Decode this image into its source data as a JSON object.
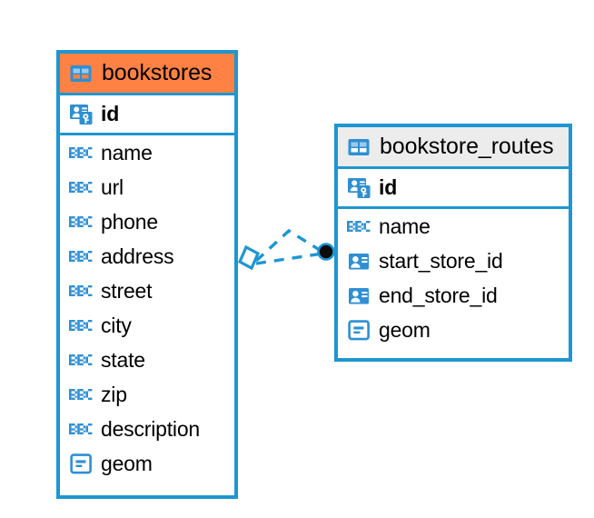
{
  "diagram": {
    "type": "entity-relationship-diagram",
    "background": "#ffffff",
    "colors": {
      "border": "#1e96d2",
      "header_accent": "#ff8143",
      "header_plain": "#ececec",
      "icon_blue": "#2e8fd4",
      "text": "#000000",
      "connector": "#1e96d2",
      "connector_endpoint": "#0c0c0c"
    }
  },
  "entities": [
    {
      "id": "bookstores",
      "name": "bookstores",
      "header_style": "accent",
      "header_icon": "table-icon",
      "fields": [
        {
          "name": "id",
          "icon": "primary-key-icon",
          "key": true
        },
        {
          "name": "name",
          "icon": "text-type-icon",
          "key": false
        },
        {
          "name": "url",
          "icon": "text-type-icon",
          "key": false
        },
        {
          "name": "phone",
          "icon": "text-type-icon",
          "key": false
        },
        {
          "name": "address",
          "icon": "text-type-icon",
          "key": false
        },
        {
          "name": "street",
          "icon": "text-type-icon",
          "key": false
        },
        {
          "name": "city",
          "icon": "text-type-icon",
          "key": false
        },
        {
          "name": "state",
          "icon": "text-type-icon",
          "key": false
        },
        {
          "name": "zip",
          "icon": "text-type-icon",
          "key": false
        },
        {
          "name": "description",
          "icon": "text-type-icon",
          "key": false
        },
        {
          "name": "geom",
          "icon": "geometry-type-icon",
          "key": false
        }
      ]
    },
    {
      "id": "bookstore_routes",
      "name": "bookstore_routes",
      "header_style": "plain",
      "header_icon": "table-icon",
      "fields": [
        {
          "name": "id",
          "icon": "primary-key-icon",
          "key": true
        },
        {
          "name": "name",
          "icon": "text-type-icon",
          "key": false
        },
        {
          "name": "start_store_id",
          "icon": "foreign-key-icon",
          "key": false
        },
        {
          "name": "end_store_id",
          "icon": "foreign-key-icon",
          "key": false
        },
        {
          "name": "geom",
          "icon": "geometry-type-icon",
          "key": false
        }
      ]
    }
  ],
  "relationship": {
    "from": "bookstores",
    "to": "bookstore_routes",
    "style": "dashed",
    "source_marker": "diamond",
    "target_marker": "filled-circle"
  }
}
